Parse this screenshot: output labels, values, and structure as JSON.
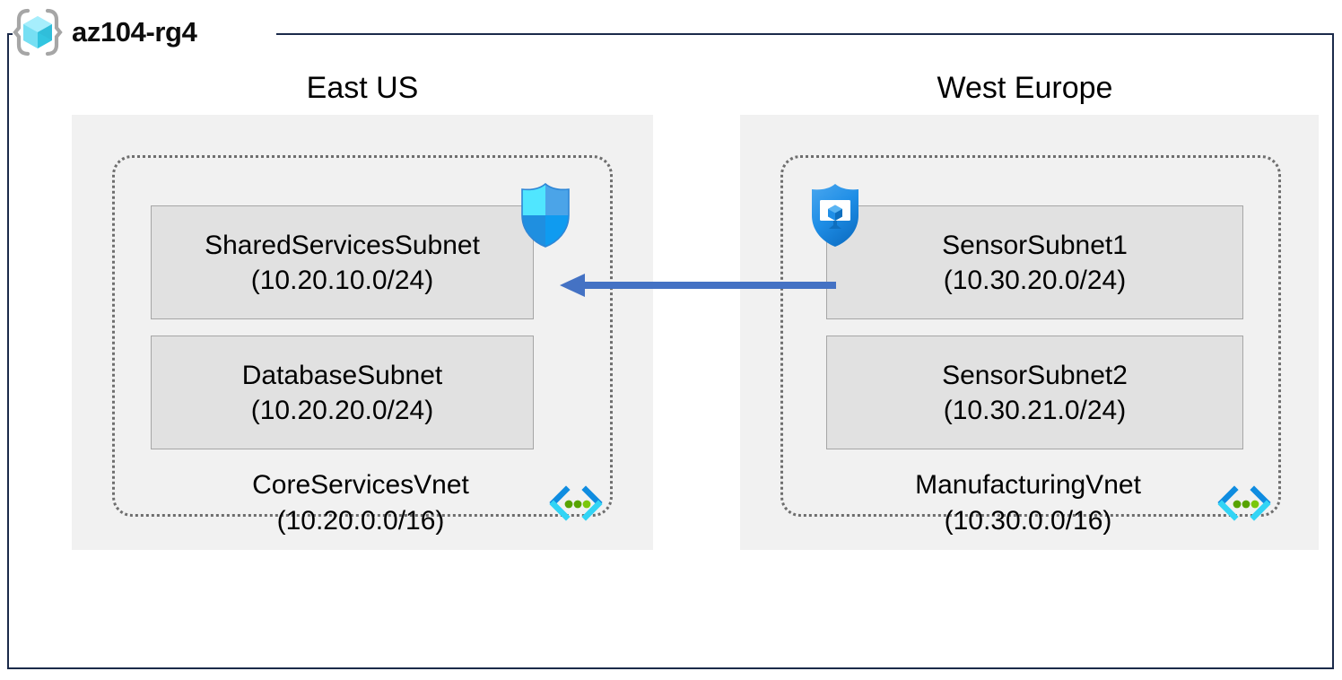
{
  "resource_group": {
    "name": "az104-rg4",
    "icon": "resource-group-cube-icon",
    "frame_color": "#1b2a4a"
  },
  "palette": {
    "region_box_fill": "#f1f1f1",
    "subnet_fill": "#e1e1e1",
    "subnet_border": "#a6a6a6",
    "vnet_border": "#6e6e6e",
    "arrow_blue": "#4472c4",
    "azure_cyan": "#50e6ff",
    "azure_blue": "#0078d4",
    "vnet_dot_green": "#57a300"
  },
  "regions": [
    {
      "label": "East US",
      "vnet": {
        "name": "CoreServicesVnet",
        "cidr": "(10.20.0.0/16)",
        "icon": "virtual-network-icon",
        "subnets": [
          {
            "name": "SharedServicesSubnet",
            "cidr": "(10.20.10.0/24)",
            "icon": "network-security-group-shield-icon"
          },
          {
            "name": "DatabaseSubnet",
            "cidr": "(10.20.20.0/24)",
            "icon": null
          }
        ]
      }
    },
    {
      "label": "West Europe",
      "vnet": {
        "name": "ManufacturingVnet",
        "cidr": "(10.30.0.0/16)",
        "icon": "virtual-network-icon",
        "subnets": [
          {
            "name": "SensorSubnet1",
            "cidr": "(10.30.20.0/24)",
            "icon": "application-security-group-shield-icon"
          },
          {
            "name": "SensorSubnet2",
            "cidr": "(10.30.21.0/24)",
            "icon": null
          }
        ]
      }
    }
  ],
  "connection": {
    "icon": "left-arrow-icon",
    "direction": "right-to-left",
    "from": "SensorSubnet1",
    "to": "SharedServicesSubnet"
  }
}
